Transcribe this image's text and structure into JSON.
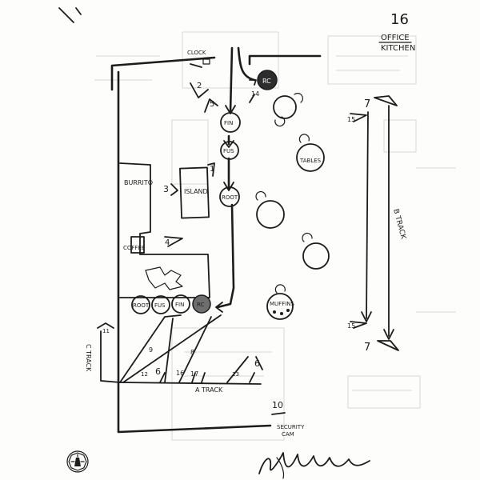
{
  "sheet": {
    "number": "16",
    "location_line1": "OFFICE",
    "location_line2": "KITCHEN"
  },
  "labels": {
    "clock": "CLOCK",
    "burrito": "BURRITO",
    "island": "ISLAND",
    "coffee": "COFFEE",
    "tables": "TABLES",
    "muffins": "MUFFINS",
    "a_track": "A TRACK",
    "b_track": "B TRACK",
    "c_track": "C TRACK",
    "security_cam_1": "SECURITY",
    "security_cam_2": "CAM"
  },
  "characters": {
    "rc_top": "RC",
    "fin_top": "FIN",
    "fus_top": "FUS",
    "root_top": "ROOT",
    "root_bottom": "ROOT",
    "fus_bottom": "FUS",
    "fin_bottom": "FIN",
    "rc_bottom": "RC"
  },
  "camera_numbers": {
    "n1": "1",
    "n2": "2",
    "n3": "3",
    "n4": "4",
    "n5": "5",
    "n6a": "6",
    "n6b": "6",
    "n7a": "7",
    "n7b": "7",
    "n8": "8",
    "n9": "9",
    "n10": "10",
    "n11": "11",
    "n12": "12",
    "n13": "13",
    "n14": "14",
    "n15a": "15",
    "n15b": "15",
    "n16": "16",
    "n17": "17"
  },
  "colors": {
    "ink": "#1c1c1c",
    "paper": "#fdfdfc",
    "bleed": "#d6d6d6"
  }
}
